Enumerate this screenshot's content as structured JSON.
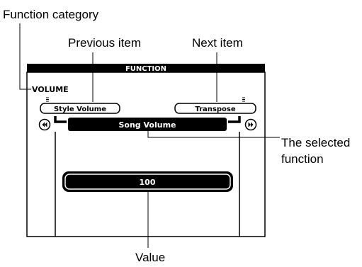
{
  "callouts": {
    "function_category": "Function category",
    "previous_item": "Previous item",
    "next_item": "Next item",
    "selected_function_line1": "The selected",
    "selected_function_line2": "function",
    "value": "Value"
  },
  "display": {
    "header": "FUNCTION",
    "category": "VOLUME",
    "previous_item": "Style Volume",
    "next_item": "Transpose",
    "selected_function": "Song Volume",
    "value": "100",
    "left_arrow_icon": "rewind-icon",
    "right_arrow_icon": "fast-forward-icon"
  }
}
